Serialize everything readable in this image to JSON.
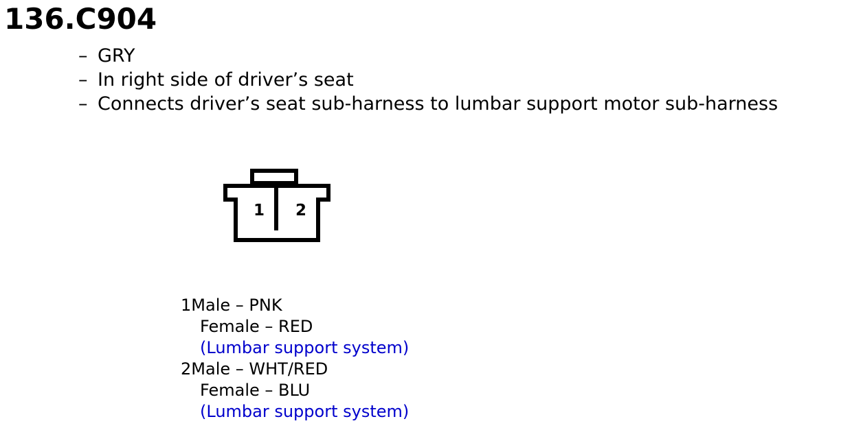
{
  "title": "136.C904",
  "description": [
    "GRY",
    "In right side of driver’s seat",
    "Connects driver’s seat sub-harness to lumbar support motor sub-harness"
  ],
  "dash": "–",
  "connector": {
    "pin_labels": [
      "1",
      "2"
    ]
  },
  "pins": [
    {
      "number": "1",
      "male": "Male – PNK",
      "female": "Female – RED",
      "system": "(Lumbar support system)"
    },
    {
      "number": "2",
      "male": "Male – WHT/RED",
      "female": "Female – BLU",
      "system": "(Lumbar support system)"
    }
  ],
  "colors": {
    "system_text": "#0000cc"
  }
}
